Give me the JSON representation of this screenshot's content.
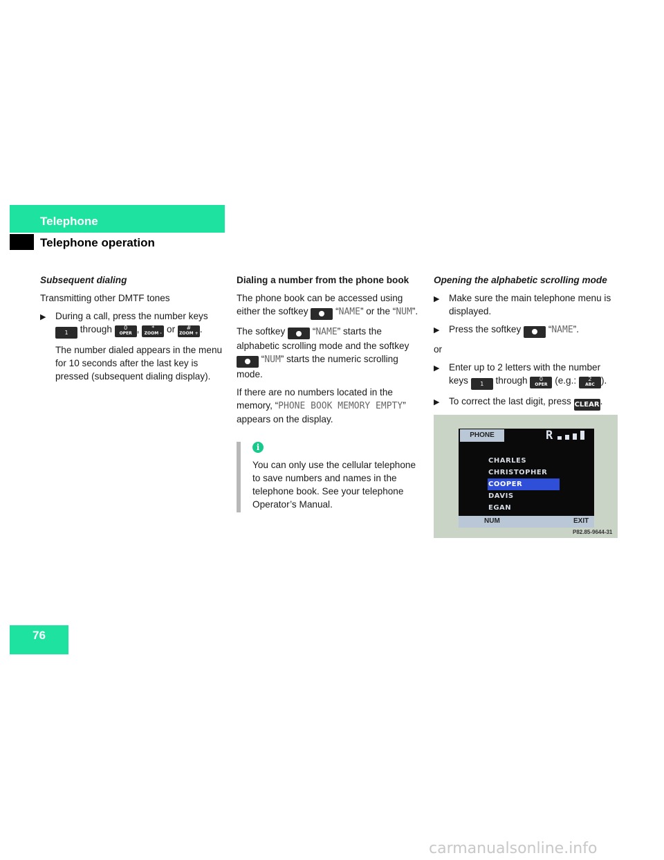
{
  "header": {
    "section": "Telephone",
    "subsection": "Telephone operation"
  },
  "col1": {
    "heading": "Subsequent dialing",
    "subheading": "Transmitting other DMTF tones",
    "bullet_text_1": "During a call, press the number keys",
    "through": "through",
    "comma": ",",
    "or": "or",
    "period": ".",
    "body": "The number dialed appears in the menu for 10 seconds after the last key is pressed (subsequent dialing display)."
  },
  "col2": {
    "heading": "Dialing a number from the phone book",
    "p1_a": "The phone book can be accessed using either the softkey",
    "p1_b": "or the",
    "name": "NAME",
    "num": "NUM",
    "p2_a": "The softkey",
    "p2_b": "starts the alphabetic scrolling mode and the softkey",
    "p2_c": "starts the numeric scrolling mode.",
    "p3_a": "If there are no numbers located in the memory,",
    "p3_mono": "PHONE BOOK MEMORY EMPTY",
    "p3_b": "appears on the display.",
    "note": "You can only use the cellular telephone to save numbers and names in the telephone book. See your telephone Operator’s Manual."
  },
  "col3": {
    "heading": "Opening the alphabetic scrolling mode",
    "b1": "Make sure the main telephone menu is displayed.",
    "b2_a": "Press the softkey",
    "or": "or",
    "b3_a": "Enter up to 2 letters with the number keys",
    "b3_through": "through",
    "b3_eg": "(e.g.:",
    "b4": "To correct the last digit, press"
  },
  "keys": {
    "k1": "1",
    "k0_top": "0",
    "k0_bot": "OPER",
    "kstar_top": "*",
    "kstar_bot": "ZOOM -",
    "khash_top": "#",
    "khash_bot": "ZOOM +",
    "k2_top": "2",
    "k2_bot": "ABC",
    "clear": "CLEAR"
  },
  "screen": {
    "tab": "PHONE",
    "signal_label": "R",
    "items": [
      "CHARLES",
      "CHRISTOPHER",
      "COOPER",
      "DAVIS",
      "EGAN"
    ],
    "selected_index": 2,
    "left_soft": "NUM",
    "right_soft": "EXIT",
    "figure_id": "P82.85-9644-31"
  },
  "page_number": "76",
  "watermark": "carmanualsonline.info",
  "colors": {
    "accent": "#1ee3a0",
    "highlight": "#2f4fd8"
  }
}
